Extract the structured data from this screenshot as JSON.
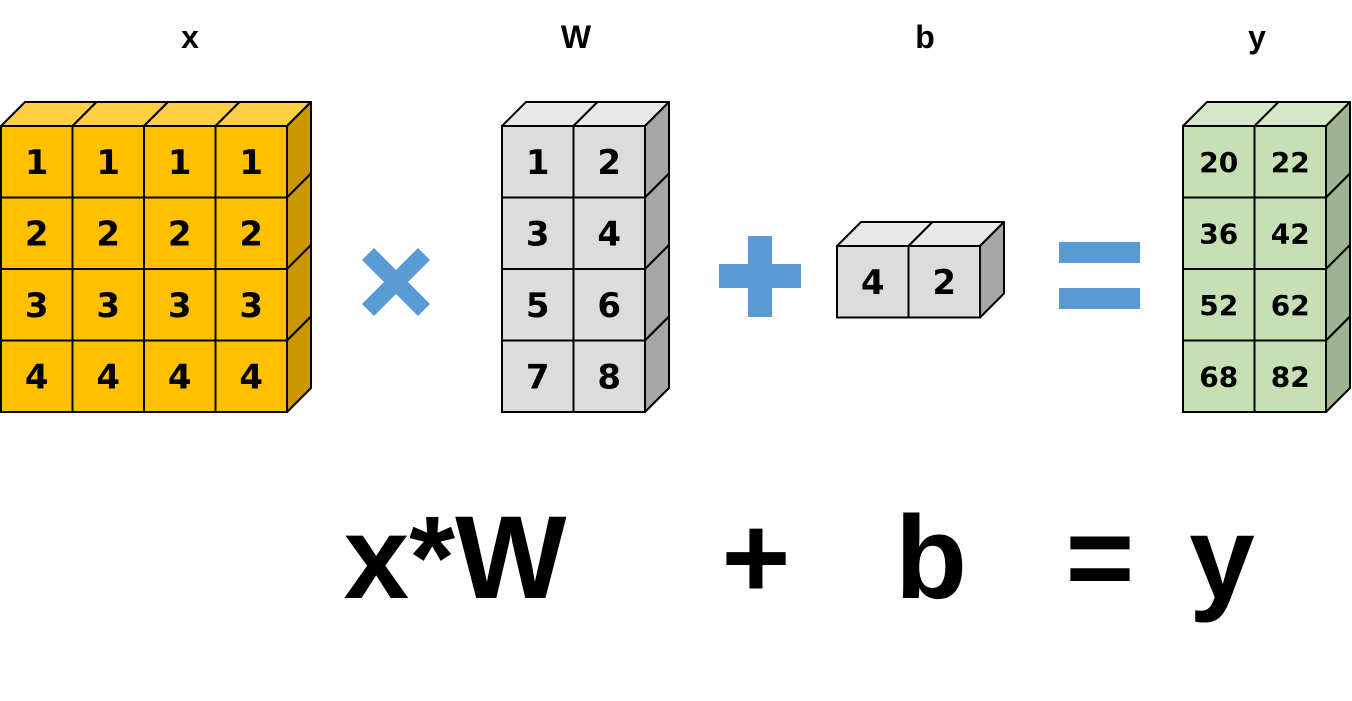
{
  "matrices": {
    "x": {
      "label": "x",
      "rows": [
        [
          "1",
          "1",
          "1",
          "1"
        ],
        [
          "2",
          "2",
          "2",
          "2"
        ],
        [
          "3",
          "3",
          "3",
          "3"
        ],
        [
          "4",
          "4",
          "4",
          "4"
        ]
      ],
      "colors": {
        "front": "#FFC000",
        "top": "#FFD044",
        "side": "#C99700"
      }
    },
    "W": {
      "label": "W",
      "rows": [
        [
          "1",
          "2"
        ],
        [
          "3",
          "4"
        ],
        [
          "5",
          "6"
        ],
        [
          "7",
          "8"
        ]
      ],
      "colors": {
        "front": "#DCDCDC",
        "top": "#E9E9E9",
        "side": "#A6A6A6"
      }
    },
    "b": {
      "label": "b",
      "rows": [
        [
          "4",
          "2"
        ]
      ],
      "colors": {
        "front": "#DCDCDC",
        "top": "#E9E9E9",
        "side": "#A6A6A6"
      }
    },
    "y": {
      "label": "y",
      "rows": [
        [
          "20",
          "22"
        ],
        [
          "36",
          "42"
        ],
        [
          "52",
          "62"
        ],
        [
          "68",
          "82"
        ]
      ],
      "colors": {
        "front": "#C5E0B4",
        "top": "#D5E8C8",
        "side": "#9DB392"
      }
    }
  },
  "operators": {
    "color": "#5B9BD5",
    "times": "times-icon",
    "plus": "plus-icon",
    "equals": "equals-icon"
  },
  "equation": {
    "lhs": "x*W",
    "plus": "+",
    "bias": "b",
    "equals": "=",
    "result": "y"
  }
}
